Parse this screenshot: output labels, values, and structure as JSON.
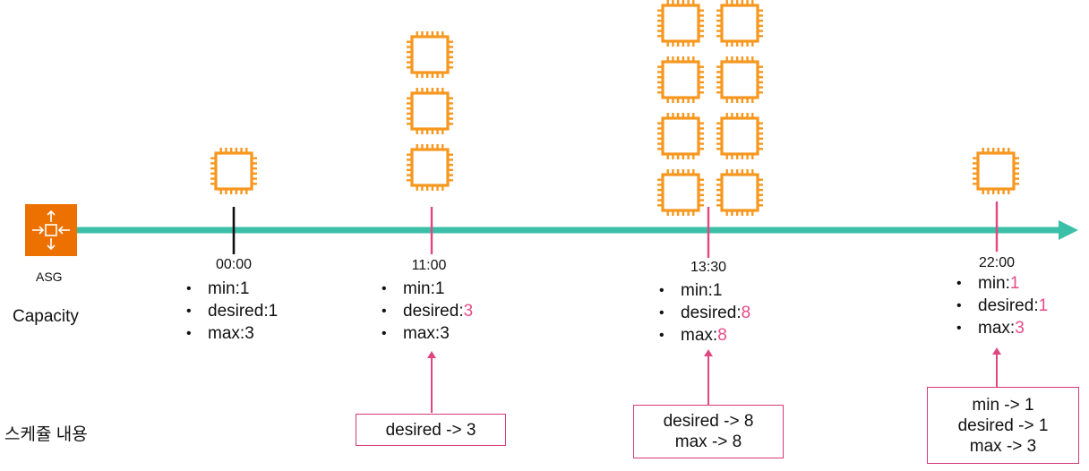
{
  "asg": {
    "icon": "auto-scaling-group-icon",
    "label": "ASG"
  },
  "row_labels": {
    "capacity": "Capacity",
    "schedule": "스케쥴 내용"
  },
  "colors": {
    "timeline": "#3cbfa8",
    "instance": "#f7971e",
    "highlight": "#e84a86",
    "marker_default": "#111111",
    "marker_scheduled": "#e0467f"
  },
  "events": [
    {
      "time": "00:00",
      "instances": 1,
      "capacity": [
        {
          "key": "min:",
          "value": "1",
          "changed": false
        },
        {
          "key": "desired:",
          "value": "1",
          "changed": false
        },
        {
          "key": "max:",
          "value": "3",
          "changed": false
        }
      ],
      "schedule": []
    },
    {
      "time": "11:00",
      "instances": 3,
      "capacity": [
        {
          "key": "min:",
          "value": "1",
          "changed": false
        },
        {
          "key": "desired:",
          "value": "3",
          "changed": true
        },
        {
          "key": "max:",
          "value": "3",
          "changed": false
        }
      ],
      "schedule": [
        "desired -> 3"
      ]
    },
    {
      "time": "13:30",
      "instances": 8,
      "capacity": [
        {
          "key": "min:",
          "value": "1",
          "changed": false
        },
        {
          "key": "desired:",
          "value": "8",
          "changed": true
        },
        {
          "key": "max:",
          "value": "8",
          "changed": true
        }
      ],
      "schedule": [
        "desired -> 8",
        "max -> 8"
      ]
    },
    {
      "time": "22:00",
      "instances": 1,
      "capacity": [
        {
          "key": "min:",
          "value": "1",
          "changed": true
        },
        {
          "key": "desired:",
          "value": "1",
          "changed": true
        },
        {
          "key": "max:",
          "value": "3",
          "changed": true
        }
      ],
      "schedule": [
        "min -> 1",
        "desired -> 1",
        "max -> 3"
      ]
    }
  ]
}
